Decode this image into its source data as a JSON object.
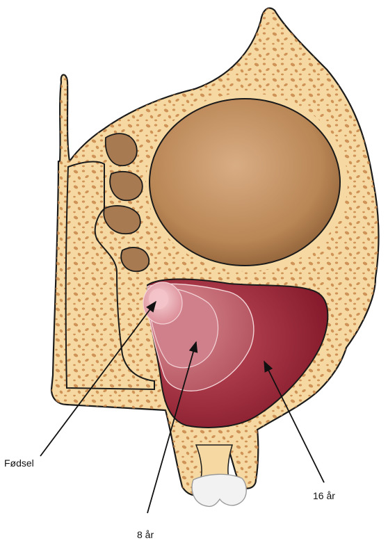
{
  "labels": {
    "birth": "Fødsel",
    "age_8": "8 år",
    "age_16": "16 år"
  },
  "colors": {
    "bone": "#f6d9a2",
    "bone_outline": "#1a1a1a",
    "marrow_cells": "#c8874a",
    "orbit": "#b98655",
    "nasal_cavity": "#a87a52",
    "sinus_birth": "#e6a5ae",
    "sinus_8": "#c66a72",
    "sinus_16": "#a3283a",
    "tooth": "#f2f2f2"
  },
  "icons": [
    "maxillary-sinus-development-diagram"
  ]
}
